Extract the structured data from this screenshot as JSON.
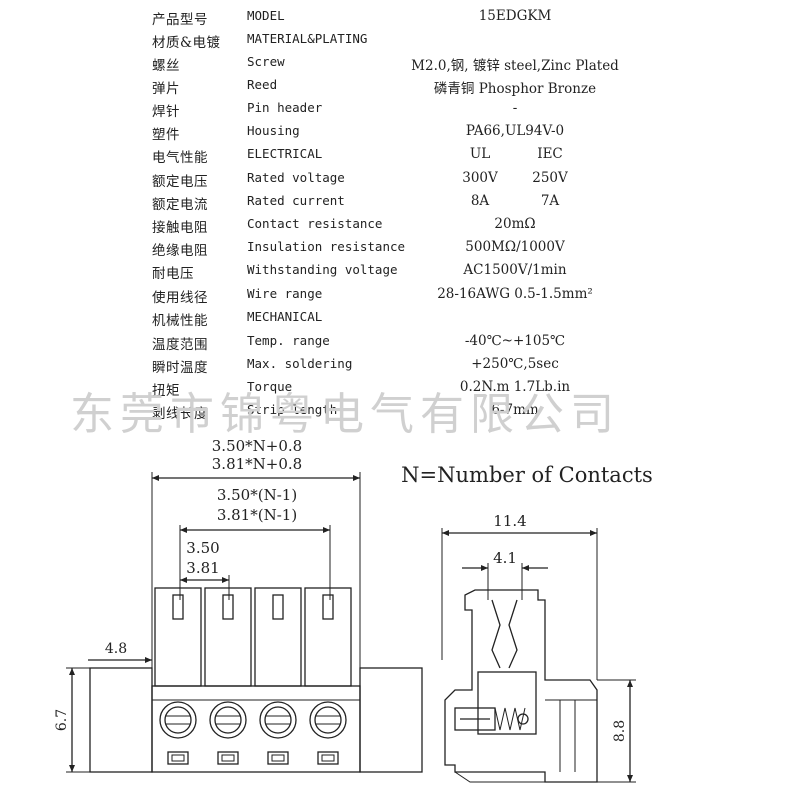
{
  "specs": {
    "model": {
      "cn": "产品型号",
      "en": "MODEL",
      "value": "15EDGKM"
    },
    "material": {
      "cn": "材质&电镀",
      "en": "MATERIAL&PLATING"
    },
    "screw": {
      "cn": "螺丝",
      "en": "Screw",
      "value": "M2.0,钢, 镀锌 steel,Zinc Plated"
    },
    "reed": {
      "cn": "弹片",
      "en": "Reed",
      "value": "磷青铜 Phosphor Bronze"
    },
    "pin": {
      "cn": "焊针",
      "en": "Pin header",
      "value": "-"
    },
    "housing": {
      "cn": "塑件",
      "en": "Housing",
      "value": "PA66,UL94V-0"
    },
    "electrical": {
      "cn": "电气性能",
      "en": "ELECTRICAL",
      "ul": "UL",
      "iec": "IEC"
    },
    "voltage": {
      "cn": "额定电压",
      "en": "Rated voltage",
      "ul": "300V",
      "iec": "250V"
    },
    "current": {
      "cn": "额定电流",
      "en": "Rated current",
      "ul": "8A",
      "iec": "7A"
    },
    "contact": {
      "cn": "接触电阻",
      "en": "Contact resistance",
      "value": "20mΩ"
    },
    "insulation": {
      "cn": "绝缘电阻",
      "en": "Insulation resistance",
      "value": "500MΩ/1000V"
    },
    "withstand": {
      "cn": "耐电压",
      "en": "Withstanding voltage",
      "value": "AC1500V/1min"
    },
    "wire": {
      "cn": "使用线径",
      "en": "Wire range",
      "value": "28-16AWG 0.5-1.5mm²"
    },
    "mechanical": {
      "cn": "机械性能",
      "en": "MECHANICAL"
    },
    "temp": {
      "cn": "温度范围",
      "en": "Temp. range",
      "value": "-40℃~+105℃"
    },
    "soldering": {
      "cn": "瞬时温度",
      "en": "Max. soldering",
      "value": "+250℃,5sec"
    },
    "torque": {
      "cn": "扭矩",
      "en": "Torque",
      "value": "0.2N.m  1.7Lb.in"
    },
    "strip": {
      "cn": "剥线长度",
      "en": "Strip length",
      "value": "6-7mm"
    }
  },
  "watermark": "东莞市锦粤电气有限公司",
  "drawing": {
    "dim_total_a": "3.50*N+0.8",
    "dim_total_b": "3.81*N+0.8",
    "dim_pitch_sum_a": "3.50*(N-1)",
    "dim_pitch_sum_b": "3.81*(N-1)",
    "dim_pitch_a": "3.50",
    "dim_pitch_b": "3.81",
    "dim_flange": "4.8",
    "dim_height_left": "6.7",
    "note": "N=Number of Contacts",
    "dim_side_width": "11.4",
    "dim_side_inner": "4.1",
    "dim_side_height": "8.8",
    "contacts": 4
  }
}
